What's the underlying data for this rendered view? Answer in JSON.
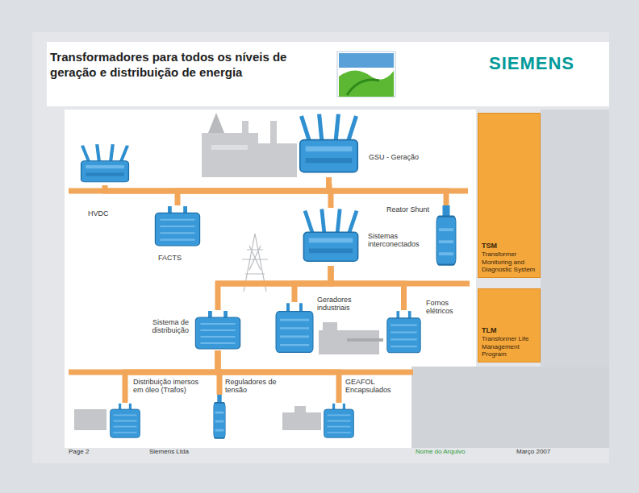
{
  "diagram": {
    "title": "Transformadores para todos os níveis de geração e distribuição de energia",
    "nodes": [
      {
        "text": [
          "GSU - Geração"
        ]
      },
      {
        "text": [
          "HVDC"
        ]
      },
      {
        "text": [
          "FACTS"
        ]
      },
      {
        "text": [
          "Reator Shunt"
        ]
      },
      {
        "text": [
          "Sistemas interconectados"
        ]
      },
      {
        "text": [
          "Sistema de distribuição"
        ]
      },
      {
        "text": [
          "Geradores industriais"
        ]
      },
      {
        "text": [
          "Fornos elétricos"
        ]
      },
      {
        "text": [
          "Distribuição imersos em óleo (Trafos)"
        ]
      },
      {
        "text": [
          "Reguladores de tensão"
        ]
      },
      {
        "text": [
          "GEAFOL Encapsulados"
        ]
      },
      {
        "text": [
          "TSM",
          "Transformer Monitoring and Diagnostic System"
        ]
      },
      {
        "text": [
          "TLM",
          "Transformer Life Management Program"
        ]
      }
    ],
    "edges": [
      {
        "from": 0,
        "to": 1,
        "arrow": "none"
      },
      {
        "from": 0,
        "to": 2,
        "arrow": "none"
      },
      {
        "from": 0,
        "to": 3,
        "arrow": "none"
      },
      {
        "from": 0,
        "to": 4,
        "arrow": "none"
      },
      {
        "from": 4,
        "to": 5,
        "arrow": "none"
      },
      {
        "from": 4,
        "to": 6,
        "arrow": "none"
      },
      {
        "from": 4,
        "to": 7,
        "arrow": "none"
      },
      {
        "from": 5,
        "to": 8,
        "arrow": "none"
      },
      {
        "from": 5,
        "to": 9,
        "arrow": "none"
      },
      {
        "from": 5,
        "to": 10,
        "arrow": "none"
      }
    ],
    "labels": [
      "SIEMENS",
      "Page 2",
      "Siemens Ltda",
      "Nome do Arquivo",
      "Março 2007"
    ]
  }
}
